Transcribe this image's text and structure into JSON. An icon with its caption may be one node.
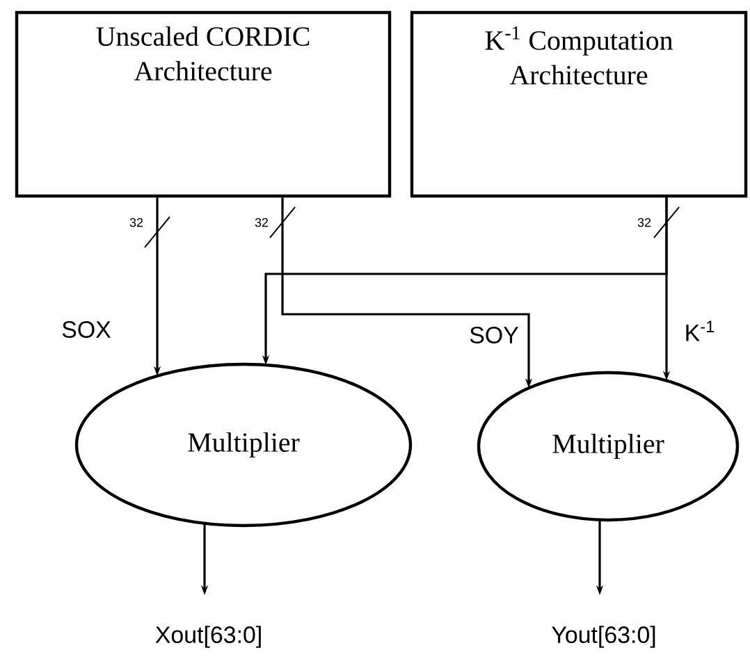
{
  "diagram": {
    "nodes": [
      {
        "text": [
          "Unscaled CORDIC Architecture"
        ]
      },
      {
        "text": [
          "K$^{-1}$ Computation Architecture"
        ]
      },
      {
        "text": [
          "Multiplier"
        ]
      },
      {
        "text": [
          "Multiplier"
        ]
      },
      {
        "text": [
          "Xout[63:0]"
        ]
      },
      {
        "text": [
          "Yout[63:0]"
        ]
      }
    ],
    "edges": [
      {
        "from": 0,
        "to": 2,
        "arrow": "to",
        "label": "SOX"
      },
      {
        "from": 0,
        "to": 3,
        "arrow": "to",
        "label": "SOY"
      },
      {
        "from": 1,
        "to": 3,
        "arrow": "to",
        "label": "K$^{-1}$"
      },
      {
        "from": 1,
        "to": 2,
        "arrow": "to"
      },
      {
        "from": 2,
        "to": 4,
        "arrow": "to"
      },
      {
        "from": 3,
        "to": 5,
        "arrow": "to"
      }
    ],
    "labels": [
      "32",
      "32",
      "32"
    ]
  }
}
